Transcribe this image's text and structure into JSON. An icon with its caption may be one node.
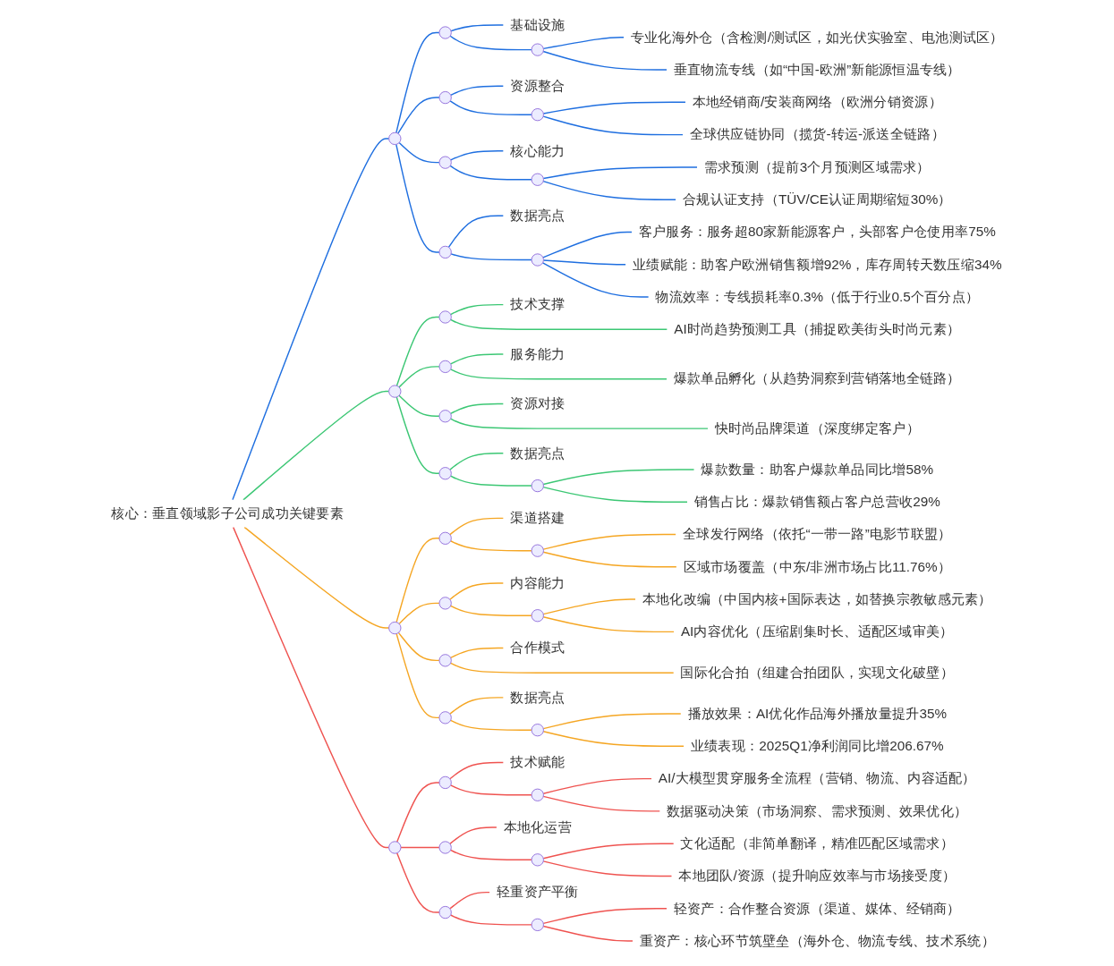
{
  "diagram": {
    "nodes": [
      {
        "text": [
          "核心：垂直领域影子公司成功关键要素"
        ]
      },
      {
        "text": [],
        "shape": "circle"
      },
      {
        "text": [],
        "shape": "circle"
      },
      {
        "text": [
          "基础设施"
        ]
      },
      {
        "text": [],
        "shape": "circle"
      },
      {
        "text": [
          "专业化海外仓（含检测/测试区，如光伏实验室、电池测试区）"
        ]
      },
      {
        "text": [
          "垂直物流专线（如“中国-欧洲”新能源恒温专线）"
        ]
      },
      {
        "text": [],
        "shape": "circle"
      },
      {
        "text": [
          "资源整合"
        ]
      },
      {
        "text": [],
        "shape": "circle"
      },
      {
        "text": [
          "本地经销商/安装商网络（欧洲分销资源）"
        ]
      },
      {
        "text": [
          "全球供应链协同（揽货-转运-派送全链路）"
        ]
      },
      {
        "text": [],
        "shape": "circle"
      },
      {
        "text": [
          "核心能力"
        ]
      },
      {
        "text": [],
        "shape": "circle"
      },
      {
        "text": [
          "需求预测（提前3个月预测区域需求）"
        ]
      },
      {
        "text": [
          "合规认证支持（TÜV/CE认证周期缩短30%）"
        ]
      },
      {
        "text": [],
        "shape": "circle"
      },
      {
        "text": [
          "数据亮点"
        ]
      },
      {
        "text": [],
        "shape": "circle"
      },
      {
        "text": [
          "客户服务：服务超80家新能源客户，头部客户仓使用率75%"
        ]
      },
      {
        "text": [
          "业绩赋能：助客户欧洲销售额增92%，库存周转天数压缩34%"
        ]
      },
      {
        "text": [
          "物流效率：专线损耗率0.3%（低于行业0.5个百分点）"
        ]
      },
      {
        "text": [],
        "shape": "circle"
      },
      {
        "text": [],
        "shape": "circle"
      },
      {
        "text": [
          "技术支撑"
        ]
      },
      {
        "text": [
          "AI时尚趋势预测工具（捕捉欧美街头时尚元素）"
        ]
      },
      {
        "text": [],
        "shape": "circle"
      },
      {
        "text": [
          "服务能力"
        ]
      },
      {
        "text": [
          "爆款单品孵化（从趋势洞察到营销落地全链路）"
        ]
      },
      {
        "text": [],
        "shape": "circle"
      },
      {
        "text": [
          "资源对接"
        ]
      },
      {
        "text": [
          "快时尚品牌渠道（深度绑定客户）"
        ]
      },
      {
        "text": [],
        "shape": "circle"
      },
      {
        "text": [
          "数据亮点"
        ]
      },
      {
        "text": [],
        "shape": "circle"
      },
      {
        "text": [
          "爆款数量：助客户爆款单品同比增58%"
        ]
      },
      {
        "text": [
          "销售占比：爆款销售额占客户总营收29%"
        ]
      },
      {
        "text": [],
        "shape": "circle"
      },
      {
        "text": [],
        "shape": "circle"
      },
      {
        "text": [
          "渠道搭建"
        ]
      },
      {
        "text": [],
        "shape": "circle"
      },
      {
        "text": [
          "全球发行网络（依托“一带一路”电影节联盟）"
        ]
      },
      {
        "text": [
          "区域市场覆盖（中东/非洲市场占比11.76%）"
        ]
      },
      {
        "text": [],
        "shape": "circle"
      },
      {
        "text": [
          "内容能力"
        ]
      },
      {
        "text": [],
        "shape": "circle"
      },
      {
        "text": [
          "本地化改编（中国内核+国际表达，如替换宗教敏感元素）"
        ]
      },
      {
        "text": [
          "AI内容优化（压缩剧集时长、适配区域审美）"
        ]
      },
      {
        "text": [],
        "shape": "circle"
      },
      {
        "text": [
          "合作模式"
        ]
      },
      {
        "text": [
          "国际化合拍（组建合拍团队，实现文化破壁）"
        ]
      },
      {
        "text": [],
        "shape": "circle"
      },
      {
        "text": [
          "数据亮点"
        ]
      },
      {
        "text": [],
        "shape": "circle"
      },
      {
        "text": [
          "播放效果：AI优化作品海外播放量提升35%"
        ]
      },
      {
        "text": [
          "业绩表现：2025Q1净利润同比增206.67%"
        ]
      },
      {
        "text": [],
        "shape": "circle"
      },
      {
        "text": [],
        "shape": "circle"
      },
      {
        "text": [
          "技术赋能"
        ]
      },
      {
        "text": [],
        "shape": "circle"
      },
      {
        "text": [
          "AI/大模型贯穿服务全流程（营销、物流、内容适配）"
        ]
      },
      {
        "text": [
          "数据驱动决策（市场洞察、需求预测、效果优化）"
        ]
      },
      {
        "text": [],
        "shape": "circle"
      },
      {
        "text": [
          "本地化运营"
        ]
      },
      {
        "text": [],
        "shape": "circle"
      },
      {
        "text": [
          "文化适配（非简单翻译，精准匹配区域需求）"
        ]
      },
      {
        "text": [
          "本地团队/资源（提升响应效率与市场接受度）"
        ]
      },
      {
        "text": [],
        "shape": "circle"
      },
      {
        "text": [
          "轻重资产平衡"
        ]
      },
      {
        "text": [],
        "shape": "circle"
      },
      {
        "text": [
          "轻资产：合作整合资源（渠道、媒体、经销商）"
        ]
      },
      {
        "text": [
          "重资产：核心环节筑壁垒（海外仓、物流专线、技术系统）"
        ]
      }
    ],
    "edges": [
      {
        "from": 0,
        "to": 1,
        "arrow": "none",
        "color": "#1f6fe0"
      },
      {
        "from": 1,
        "to": 2,
        "arrow": "none",
        "color": "#1f6fe0"
      },
      {
        "from": 2,
        "to": 3,
        "arrow": "none",
        "color": "#1f6fe0"
      },
      {
        "from": 2,
        "to": 4,
        "arrow": "none",
        "color": "#1f6fe0"
      },
      {
        "from": 4,
        "to": 5,
        "arrow": "none",
        "color": "#1f6fe0"
      },
      {
        "from": 4,
        "to": 6,
        "arrow": "none",
        "color": "#1f6fe0"
      },
      {
        "from": 1,
        "to": 7,
        "arrow": "none",
        "color": "#1f6fe0"
      },
      {
        "from": 7,
        "to": 8,
        "arrow": "none",
        "color": "#1f6fe0"
      },
      {
        "from": 7,
        "to": 9,
        "arrow": "none",
        "color": "#1f6fe0"
      },
      {
        "from": 9,
        "to": 10,
        "arrow": "none",
        "color": "#1f6fe0"
      },
      {
        "from": 9,
        "to": 11,
        "arrow": "none",
        "color": "#1f6fe0"
      },
      {
        "from": 1,
        "to": 12,
        "arrow": "none",
        "color": "#1f6fe0"
      },
      {
        "from": 12,
        "to": 13,
        "arrow": "none",
        "color": "#1f6fe0"
      },
      {
        "from": 12,
        "to": 14,
        "arrow": "none",
        "color": "#1f6fe0"
      },
      {
        "from": 14,
        "to": 15,
        "arrow": "none",
        "color": "#1f6fe0"
      },
      {
        "from": 14,
        "to": 16,
        "arrow": "none",
        "color": "#1f6fe0"
      },
      {
        "from": 1,
        "to": 17,
        "arrow": "none",
        "color": "#1f6fe0"
      },
      {
        "from": 17,
        "to": 18,
        "arrow": "none",
        "color": "#1f6fe0"
      },
      {
        "from": 17,
        "to": 19,
        "arrow": "none",
        "color": "#1f6fe0"
      },
      {
        "from": 19,
        "to": 20,
        "arrow": "none",
        "color": "#1f6fe0"
      },
      {
        "from": 19,
        "to": 21,
        "arrow": "none",
        "color": "#1f6fe0"
      },
      {
        "from": 19,
        "to": 22,
        "arrow": "none",
        "color": "#1f6fe0"
      },
      {
        "from": 0,
        "to": 23,
        "arrow": "none",
        "color": "#3cc774"
      },
      {
        "from": 23,
        "to": 24,
        "arrow": "none",
        "color": "#3cc774"
      },
      {
        "from": 24,
        "to": 25,
        "arrow": "none",
        "color": "#3cc774"
      },
      {
        "from": 24,
        "to": 26,
        "arrow": "none",
        "color": "#3cc774"
      },
      {
        "from": 23,
        "to": 27,
        "arrow": "none",
        "color": "#3cc774"
      },
      {
        "from": 27,
        "to": 28,
        "arrow": "none",
        "color": "#3cc774"
      },
      {
        "from": 27,
        "to": 29,
        "arrow": "none",
        "color": "#3cc774"
      },
      {
        "from": 23,
        "to": 30,
        "arrow": "none",
        "color": "#3cc774"
      },
      {
        "from": 30,
        "to": 31,
        "arrow": "none",
        "color": "#3cc774"
      },
      {
        "from": 30,
        "to": 32,
        "arrow": "none",
        "color": "#3cc774"
      },
      {
        "from": 23,
        "to": 33,
        "arrow": "none",
        "color": "#3cc774"
      },
      {
        "from": 33,
        "to": 34,
        "arrow": "none",
        "color": "#3cc774"
      },
      {
        "from": 33,
        "to": 35,
        "arrow": "none",
        "color": "#3cc774"
      },
      {
        "from": 35,
        "to": 36,
        "arrow": "none",
        "color": "#3cc774"
      },
      {
        "from": 35,
        "to": 37,
        "arrow": "none",
        "color": "#3cc774"
      },
      {
        "from": 0,
        "to": 38,
        "arrow": "none",
        "color": "#f5a623"
      },
      {
        "from": 38,
        "to": 39,
        "arrow": "none",
        "color": "#f5a623"
      },
      {
        "from": 39,
        "to": 40,
        "arrow": "none",
        "color": "#f5a623"
      },
      {
        "from": 39,
        "to": 41,
        "arrow": "none",
        "color": "#f5a623"
      },
      {
        "from": 41,
        "to": 42,
        "arrow": "none",
        "color": "#f5a623"
      },
      {
        "from": 41,
        "to": 43,
        "arrow": "none",
        "color": "#f5a623"
      },
      {
        "from": 38,
        "to": 44,
        "arrow": "none",
        "color": "#f5a623"
      },
      {
        "from": 44,
        "to": 45,
        "arrow": "none",
        "color": "#f5a623"
      },
      {
        "from": 44,
        "to": 46,
        "arrow": "none",
        "color": "#f5a623"
      },
      {
        "from": 46,
        "to": 47,
        "arrow": "none",
        "color": "#f5a623"
      },
      {
        "from": 46,
        "to": 48,
        "arrow": "none",
        "color": "#f5a623"
      },
      {
        "from": 38,
        "to": 49,
        "arrow": "none",
        "color": "#f5a623"
      },
      {
        "from": 49,
        "to": 50,
        "arrow": "none",
        "color": "#f5a623"
      },
      {
        "from": 49,
        "to": 51,
        "arrow": "none",
        "color": "#f5a623"
      },
      {
        "from": 38,
        "to": 52,
        "arrow": "none",
        "color": "#f5a623"
      },
      {
        "from": 52,
        "to": 53,
        "arrow": "none",
        "color": "#f5a623"
      },
      {
        "from": 52,
        "to": 54,
        "arrow": "none",
        "color": "#f5a623"
      },
      {
        "from": 54,
        "to": 55,
        "arrow": "none",
        "color": "#f5a623"
      },
      {
        "from": 54,
        "to": 56,
        "arrow": "none",
        "color": "#f5a623"
      },
      {
        "from": 0,
        "to": 57,
        "arrow": "none",
        "color": "#ef5350"
      },
      {
        "from": 57,
        "to": 58,
        "arrow": "none",
        "color": "#ef5350"
      },
      {
        "from": 58,
        "to": 59,
        "arrow": "none",
        "color": "#ef5350"
      },
      {
        "from": 58,
        "to": 60,
        "arrow": "none",
        "color": "#ef5350"
      },
      {
        "from": 60,
        "to": 61,
        "arrow": "none",
        "color": "#ef5350"
      },
      {
        "from": 60,
        "to": 62,
        "arrow": "none",
        "color": "#ef5350"
      },
      {
        "from": 57,
        "to": 63,
        "arrow": "none",
        "color": "#ef5350"
      },
      {
        "from": 63,
        "to": 64,
        "arrow": "none",
        "color": "#ef5350"
      },
      {
        "from": 63,
        "to": 65,
        "arrow": "none",
        "color": "#ef5350"
      },
      {
        "from": 65,
        "to": 66,
        "arrow": "none",
        "color": "#ef5350"
      },
      {
        "from": 65,
        "to": 67,
        "arrow": "none",
        "color": "#ef5350"
      },
      {
        "from": 57,
        "to": 68,
        "arrow": "none",
        "color": "#ef5350"
      },
      {
        "from": 68,
        "to": 69,
        "arrow": "none",
        "color": "#ef5350"
      },
      {
        "from": 68,
        "to": 70,
        "arrow": "none",
        "color": "#ef5350"
      },
      {
        "from": 70,
        "to": 71,
        "arrow": "none",
        "color": "#ef5350"
      },
      {
        "from": 70,
        "to": 72,
        "arrow": "none",
        "color": "#ef5350"
      }
    ]
  }
}
